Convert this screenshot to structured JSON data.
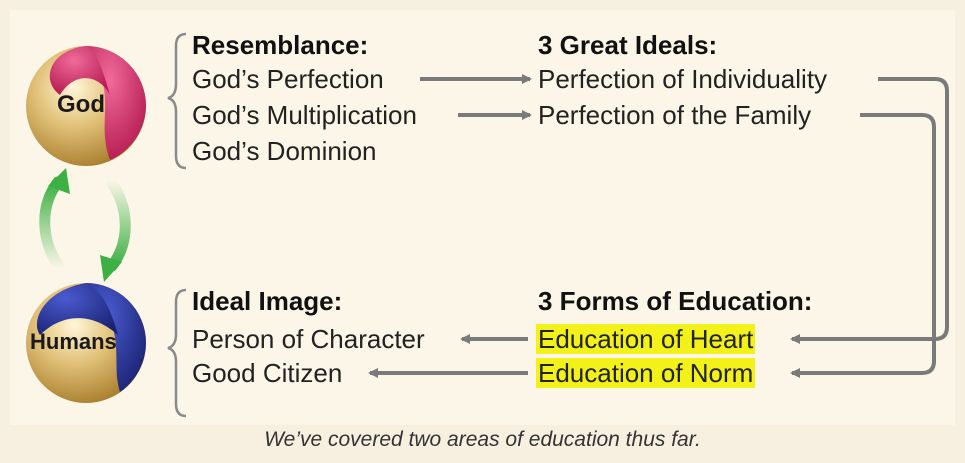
{
  "circles": {
    "god": "God",
    "humans": "Humans"
  },
  "resemblance": {
    "heading": "Resemblance:",
    "items": [
      "God’s Perfection",
      "God’s Multiplication",
      "God’s Dominion"
    ]
  },
  "great_ideals": {
    "heading": "3 Great Ideals:",
    "items": [
      "Perfection of Individuality",
      "Perfection of the Family"
    ]
  },
  "ideal_image": {
    "heading": "Ideal Image:",
    "items": [
      "Person of Character",
      "Good Citizen"
    ]
  },
  "forms_of_education": {
    "heading": "3 Forms of Education:",
    "items": [
      "Education of Heart",
      "Education of Norm"
    ]
  },
  "caption": "We’ve covered two areas of education thus far.",
  "colors": {
    "highlight": "#f2f21a",
    "arrow": "#7a7a7a",
    "cycle_arrow": "#3cb043",
    "god_accent": "#d6336c",
    "humans_accent": "#2a3590",
    "gold": "#c9a24a"
  }
}
